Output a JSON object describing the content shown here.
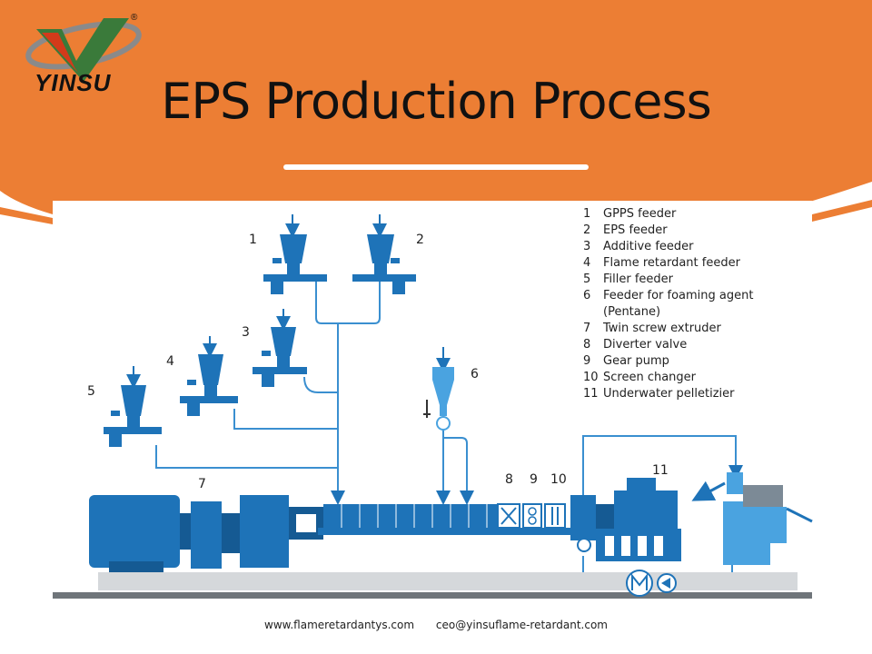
{
  "header": {
    "logo_text": "YINSU",
    "registered_mark": "®",
    "title": "EPS Production Process"
  },
  "diagram": {
    "legend": [
      {
        "num": "1",
        "label": "GPPS feeder"
      },
      {
        "num": "2",
        "label": "EPS feeder"
      },
      {
        "num": "3",
        "label": "Additive feeder"
      },
      {
        "num": "4",
        "label": "Flame retardant feeder"
      },
      {
        "num": "5",
        "label": "Filler feeder"
      },
      {
        "num": "6",
        "label": "Feeder for foaming agent"
      },
      {
        "num": "",
        "label": "(Pentane)"
      },
      {
        "num": "7",
        "label": "Twin screw extruder"
      },
      {
        "num": "8",
        "label": "Diverter valve"
      },
      {
        "num": "9",
        "label": "Gear pump"
      },
      {
        "num": "10",
        "label": "Screen changer"
      },
      {
        "num": "11",
        "label": "Underwater pelletizier"
      }
    ],
    "labels": {
      "n1": "1",
      "n2": "2",
      "n3": "3",
      "n4": "4",
      "n5": "5",
      "n6": "6",
      "n7": "7",
      "n8": "8",
      "n9": "9",
      "n10": "10",
      "n11": "11"
    },
    "colors": {
      "equipment": "#1e73b8",
      "equipment_dark": "#155a93",
      "lines": "#3a8fd0",
      "pipe_light": "#4aa3e0"
    }
  },
  "footer": {
    "website": "www.flameretardantys.com",
    "email": "ceo@yinsuflame-retardant.com"
  },
  "theme": {
    "orange": "#ec7e34",
    "panel": "#ffffff"
  }
}
